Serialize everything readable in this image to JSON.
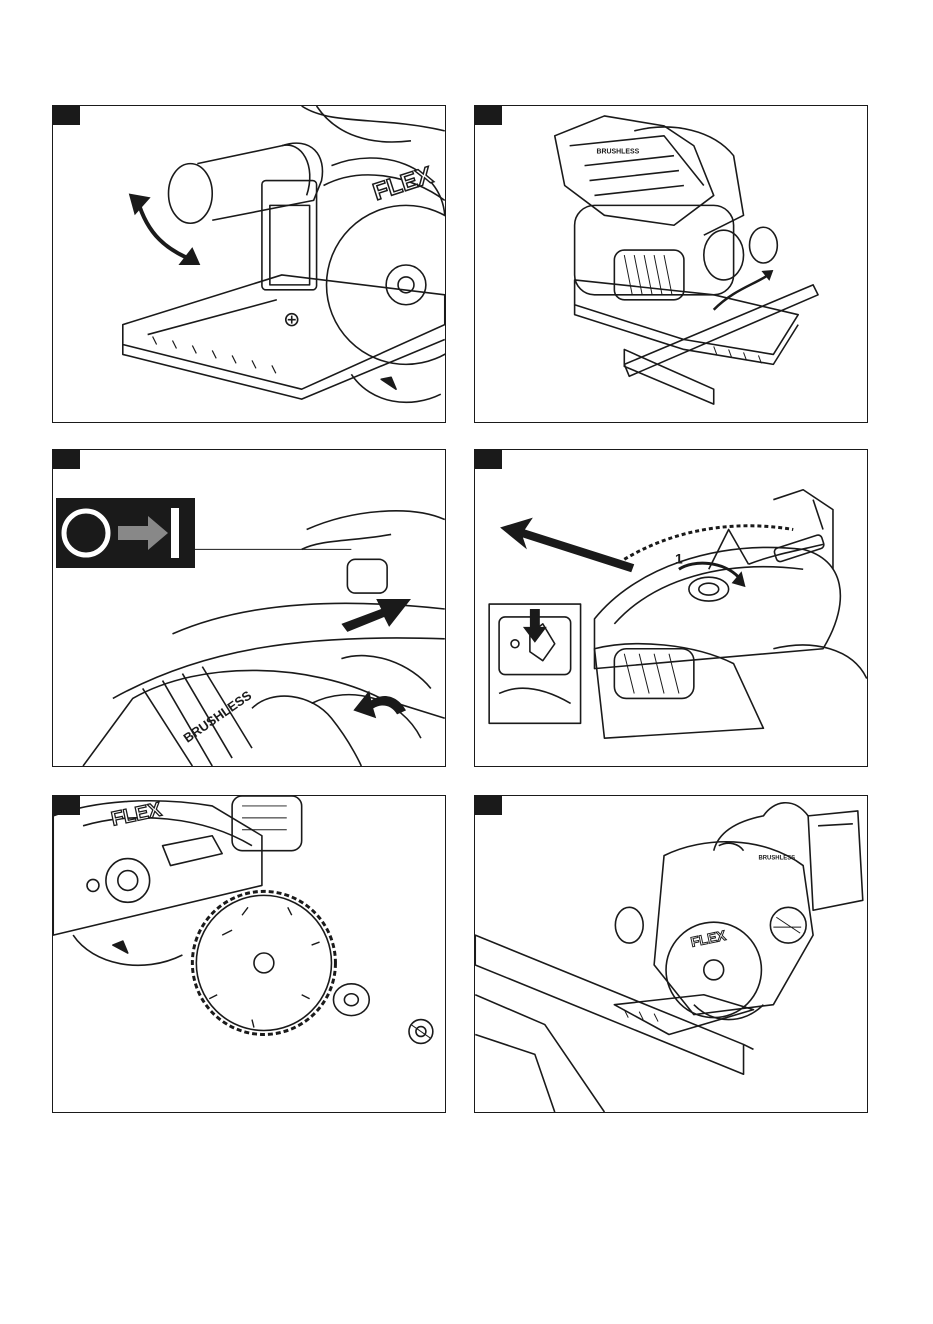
{
  "page": {
    "background": "#ffffff",
    "ink": "#1a1a1a"
  },
  "figures": [
    {
      "id": 1,
      "tab": "",
      "brand": "FLEX",
      "topic": "dust-port-swivel"
    },
    {
      "id": 2,
      "tab": "",
      "brand": "BRUSHLESS",
      "topic": "parallel-guide"
    },
    {
      "id": 3,
      "tab": "",
      "brand": "BRUSHLESS",
      "topic": "switch-on",
      "indicator": {
        "off_symbol": "O",
        "on_symbol": "I"
      }
    },
    {
      "id": 4,
      "tab": "",
      "marker": "1",
      "topic": "spindle-lock-wrench"
    },
    {
      "id": 5,
      "tab": "",
      "brand": "FLEX",
      "topic": "blade-change"
    },
    {
      "id": 6,
      "tab": "",
      "brand": "FLEX",
      "brand_small": "BRUSHLESS",
      "topic": "cutting-workpiece"
    }
  ]
}
